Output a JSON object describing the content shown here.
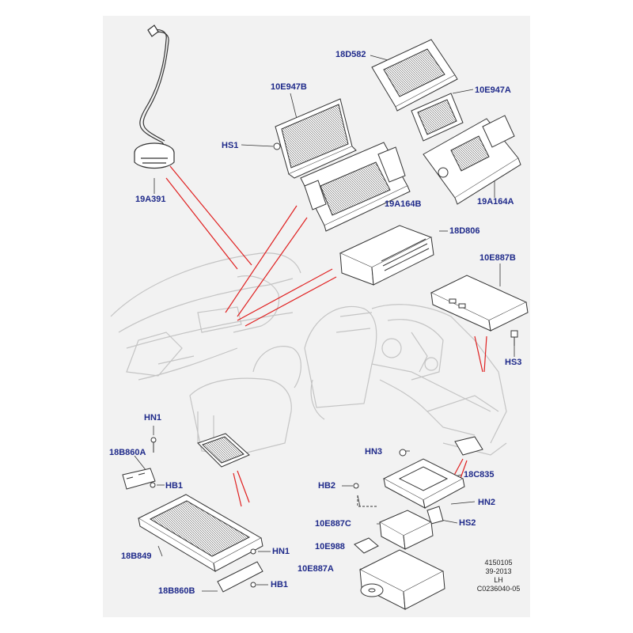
{
  "diagram": {
    "callouts": {
      "c_19A391": "19A391",
      "c_10E947B": "10E947B",
      "c_HS1": "HS1",
      "c_18D582": "18D582",
      "c_10E947A": "10E947A",
      "c_19A164B": "19A164B",
      "c_19A164A": "19A164A",
      "c_18D806": "18D806",
      "c_10E887B": "10E887B",
      "c_HS3": "HS3",
      "c_HN1_top": "HN1",
      "c_18B860A": "18B860A",
      "c_HB1_top": "HB1",
      "c_HN3": "HN3",
      "c_18C835": "18C835",
      "c_HB2": "HB2",
      "c_HN2": "HN2",
      "c_10E887C": "10E887C",
      "c_HS2": "HS2",
      "c_10E988": "10E988",
      "c_18B849": "18B849",
      "c_HN1_bottom": "HN1",
      "c_10E887A": "10E887A",
      "c_HB1_bottom": "HB1",
      "c_18B860B": "18B860B"
    },
    "footer": {
      "line1": "4150105",
      "line2": "39-2013",
      "line3": "LH",
      "line4": "C0236040-05"
    },
    "colors": {
      "callout_text": "#1f2a8a",
      "leader_red": "#e02020",
      "part_line": "#333333",
      "vehicle_ghost": "#c8c8c8",
      "panel_bg": "#f2f2f2"
    }
  }
}
